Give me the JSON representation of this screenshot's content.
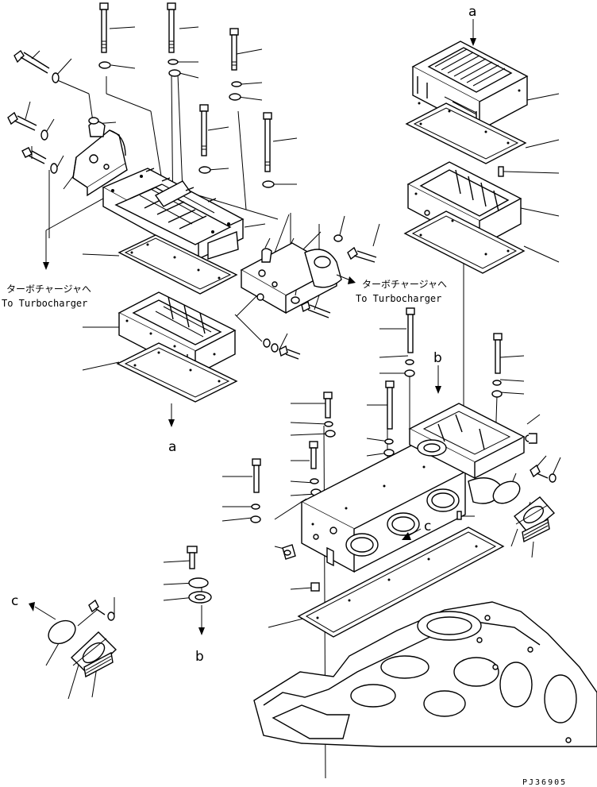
{
  "annotations": {
    "turbo_left_jp": "ターボチャージャへ",
    "turbo_left_en": "To Turbocharger",
    "turbo_right_jp": "ターボチャージャへ",
    "turbo_right_en": "To Turbocharger",
    "ref_a_top": "a",
    "ref_a_mid": "a",
    "ref_b_upper": "b",
    "ref_b_lower": "b",
    "ref_c_right": "c",
    "ref_c_left": "c"
  },
  "drawing_code": "PJ36905"
}
